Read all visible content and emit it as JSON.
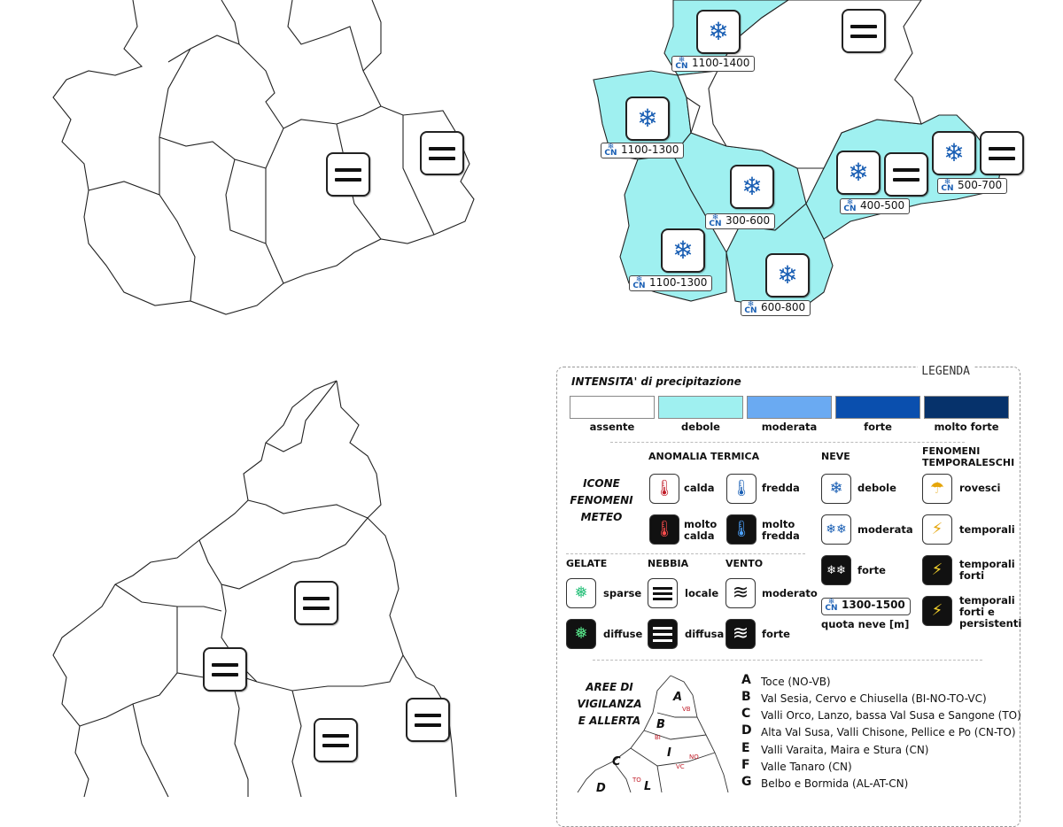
{
  "maps": {
    "top_right_quotas": [
      "1100-1400",
      "1100-1300",
      "300-600",
      "400-500",
      "500-700",
      "1100-1300",
      "600-800"
    ]
  },
  "legend": {
    "title": "LEGENDA",
    "intensity_title": "INTENSITA' di precipitazione",
    "intensity_levels": [
      {
        "label": "assente",
        "color": "#ffffff"
      },
      {
        "label": "debole",
        "color": "#9ff0f0"
      },
      {
        "label": "moderata",
        "color": "#6aaaf2"
      },
      {
        "label": "forte",
        "color": "#0a4fae"
      },
      {
        "label": "molto forte",
        "color": "#06326b"
      }
    ],
    "icons_title": "ICONE\nFENOMENI\nMETEO",
    "anomalia": {
      "title": "ANOMALIA TERMICA",
      "calda": "calda",
      "fredda": "fredda",
      "molto_calda": "molto\ncalda",
      "molto_fredda": "molto\nfredda"
    },
    "neve": {
      "title": "NEVE",
      "debole": "debole",
      "moderata": "moderata",
      "forte": "forte",
      "quota_example": "1300-1500",
      "quota_label": "quota neve [m]"
    },
    "temporali": {
      "title": "FENOMENI\nTEMPORALESCHI",
      "rovesci": "rovesci",
      "temporali": "temporali",
      "forti": "temporali\nforti",
      "persistenti": "temporali\nforti e\npersistenti"
    },
    "gelate": {
      "title": "GELATE",
      "sparse": "sparse",
      "diffuse": "diffuse"
    },
    "nebbia": {
      "title": "NEBBIA",
      "locale": "locale",
      "diffusa": "diffusa"
    },
    "vento": {
      "title": "VENTO",
      "moderato": "moderato",
      "forte": "forte"
    },
    "aree_title": "AREE DI\nVIGILANZA\nE ALLERTA",
    "aree": [
      {
        "letter": "A",
        "name": "Toce (NO-VB)"
      },
      {
        "letter": "B",
        "name": "Val Sesia, Cervo e Chiusella (BI-NO-TO-VC)"
      },
      {
        "letter": "C",
        "name": "Valli Orco, Lanzo, bassa Val Susa e Sangone (TO)"
      },
      {
        "letter": "D",
        "name": "Alta Val Susa, Valli Chisone, Pellice e Po (CN-TO)"
      },
      {
        "letter": "E",
        "name": "Valli Varaita, Maira e Stura (CN)"
      },
      {
        "letter": "F",
        "name": "Valle Tanaro (CN)"
      },
      {
        "letter": "G",
        "name": "Belbo e Bormida (AL-AT-CN)"
      }
    ],
    "mini_map": {
      "letters": [
        "A",
        "B",
        "C",
        "I",
        "D",
        "L"
      ],
      "provinces": [
        "VB",
        "BI",
        "NO",
        "VC",
        "TO"
      ]
    }
  },
  "colors": {
    "snow_fill": "#9ff0f0",
    "border": "#222222",
    "snow_icon": "#1a5fb4"
  }
}
